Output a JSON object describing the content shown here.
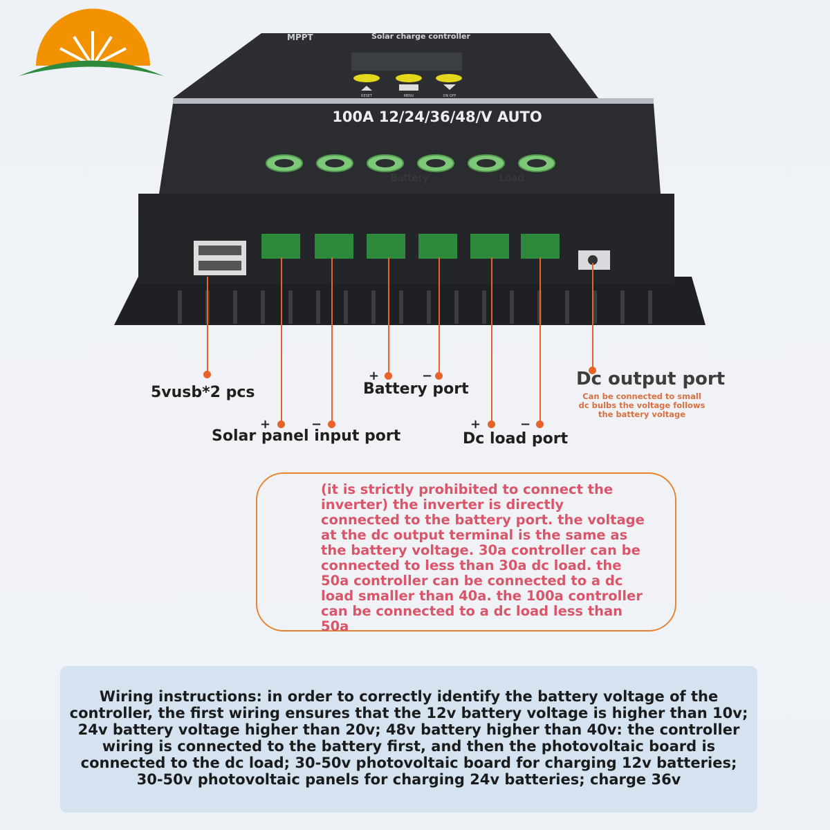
{
  "logo": {
    "name": "sun-logo",
    "colors": {
      "sun": "#f39200",
      "arc": "#2e8b3d"
    }
  },
  "device": {
    "brand": "MPPT",
    "subtitle": "Solar charge controller",
    "rating": "100A 12/24/36/48/V AUTO",
    "buttons": [
      {
        "label": "RESET",
        "icon": "triangle-up-icon"
      },
      {
        "label": "MENU",
        "icon": "menu-icon"
      },
      {
        "label": "ON OFF",
        "icon": "triangle-down-icon"
      }
    ],
    "terminal_labels": {
      "battery": "Battery",
      "load": "Load"
    },
    "color_body": "#26282b",
    "color_terminal": "#7ec87a"
  },
  "labels": {
    "usb": "5vusb*2 pcs",
    "solar": "Solar panel input port",
    "battery": "Battery port",
    "load": "Dc load port",
    "dc_output": "Dc output port",
    "dc_output_note": "Can be connected to small dc bulbs the voltage follows the battery voltage",
    "plus": "+",
    "minus": "−"
  },
  "warning": "(it is strictly prohibited to connect the inverter) the inverter is directly connected to the battery port. the voltage at the dc output terminal is the same as the battery voltage. 30a controller can be connected to less than 30a dc load. the 50a controller can be connected to a dc load smaller than 40a. the 100a controller can be connected to a dc load less than 50a",
  "wiring_instructions": "Wiring instructions: in order to correctly identify the battery voltage of the controller, the first wiring ensures that the 12v battery voltage is higher than 10v; 24v battery voltage higher than 20v; 48v battery higher than 40v: the controller wiring is connected to the battery first, and then the photovoltaic board is connected to the dc load; 30-50v photovoltaic board for charging 12v batteries; 30-50v photovoltaic panels for charging 24v batteries; charge 36v",
  "colors": {
    "accent": "#e8632a",
    "warning_text": "#d9566a",
    "panel_bg": "#d5e3f1"
  }
}
